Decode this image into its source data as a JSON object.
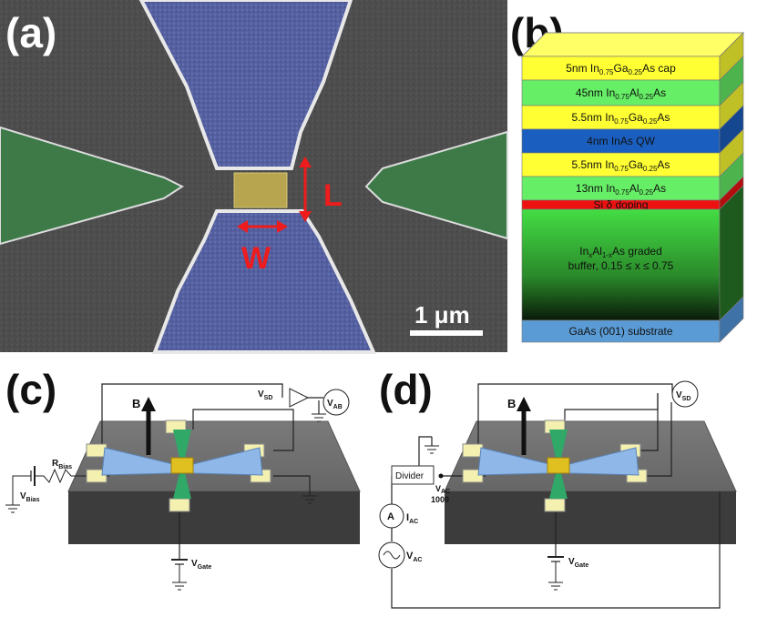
{
  "panels": {
    "a": {
      "label": "(a)",
      "length_label": "L",
      "width_label": "W",
      "scale_bar_text": "1 μm"
    },
    "b": {
      "label": "(b)",
      "layers": [
        {
          "pre": "5nm In",
          "sub1": "0.75",
          "mid": "Ga",
          "sub2": "0.25",
          "post": "As cap",
          "color": "#ffff33"
        },
        {
          "pre": "45nm In",
          "sub1": "0.75",
          "mid": "Al",
          "sub2": "0.25",
          "post": "As",
          "color": "#66ee66"
        },
        {
          "pre": "5.5nm In",
          "sub1": "0.75",
          "mid": "Ga",
          "sub2": "0.25",
          "post": "As",
          "color": "#ffff33"
        },
        {
          "pre": "4nm InAs QW",
          "sub1": "",
          "mid": "",
          "sub2": "",
          "post": "",
          "color": "#1a5fbf"
        },
        {
          "pre": "5.5nm In",
          "sub1": "0.75",
          "mid": "Ga",
          "sub2": "0.25",
          "post": "As",
          "color": "#ffff33"
        },
        {
          "pre": "13nm In",
          "sub1": "0.75",
          "mid": "Al",
          "sub2": "0.25",
          "post": "As",
          "color": "#66ee66"
        },
        {
          "pre": "Si δ doping",
          "sub1": "",
          "mid": "",
          "sub2": "",
          "post": "",
          "color": "#ee1111"
        }
      ],
      "buffer_line1_pre": "In",
      "buffer_line1_sub1": "x",
      "buffer_line1_mid": "Al",
      "buffer_line1_sub2": "1-x",
      "buffer_line1_post": "As graded",
      "buffer_line2": "buffer, 0.15 ≤ x ≤ 0.75",
      "substrate": "GaAs (001) substrate"
    },
    "c": {
      "label": "(c)",
      "field": "B",
      "r_bias": "R",
      "r_bias_sub": "Bias",
      "v_bias": "V",
      "v_bias_sub": "Bias",
      "v_sd": "V",
      "v_sd_sub": "SD",
      "v_ab": "V",
      "v_ab_sub": "AB",
      "v_gate": "V",
      "v_gate_sub": "Gate"
    },
    "d": {
      "label": "(d)",
      "field": "B",
      "divider": "Divider",
      "v_ac_frac_top": "V",
      "v_ac_frac_top_sub": "AC",
      "v_ac_frac_bottom": "1000",
      "ammeter": "A",
      "i_ac": "I",
      "i_ac_sub": "AC",
      "v_ac": "V",
      "v_ac_sub": "AC",
      "v_sd": "V",
      "v_sd_sub": "SD",
      "v_gate": "V",
      "v_gate_sub": "Gate"
    }
  },
  "colors": {
    "sem_gray": "#4a4a4a",
    "contact_blue": "#5a67a8",
    "gate_green": "#3c7a3c",
    "channel_gold": "#c8b45a",
    "arrow_red": "#ee1c1c",
    "chip_gray": "#6b6b6b",
    "pad_yellow": "#f3f0b0",
    "wing_blue": "#8fb8e8",
    "gate_green_bright": "#2fa868",
    "channel_yellow": "#e0c020"
  }
}
